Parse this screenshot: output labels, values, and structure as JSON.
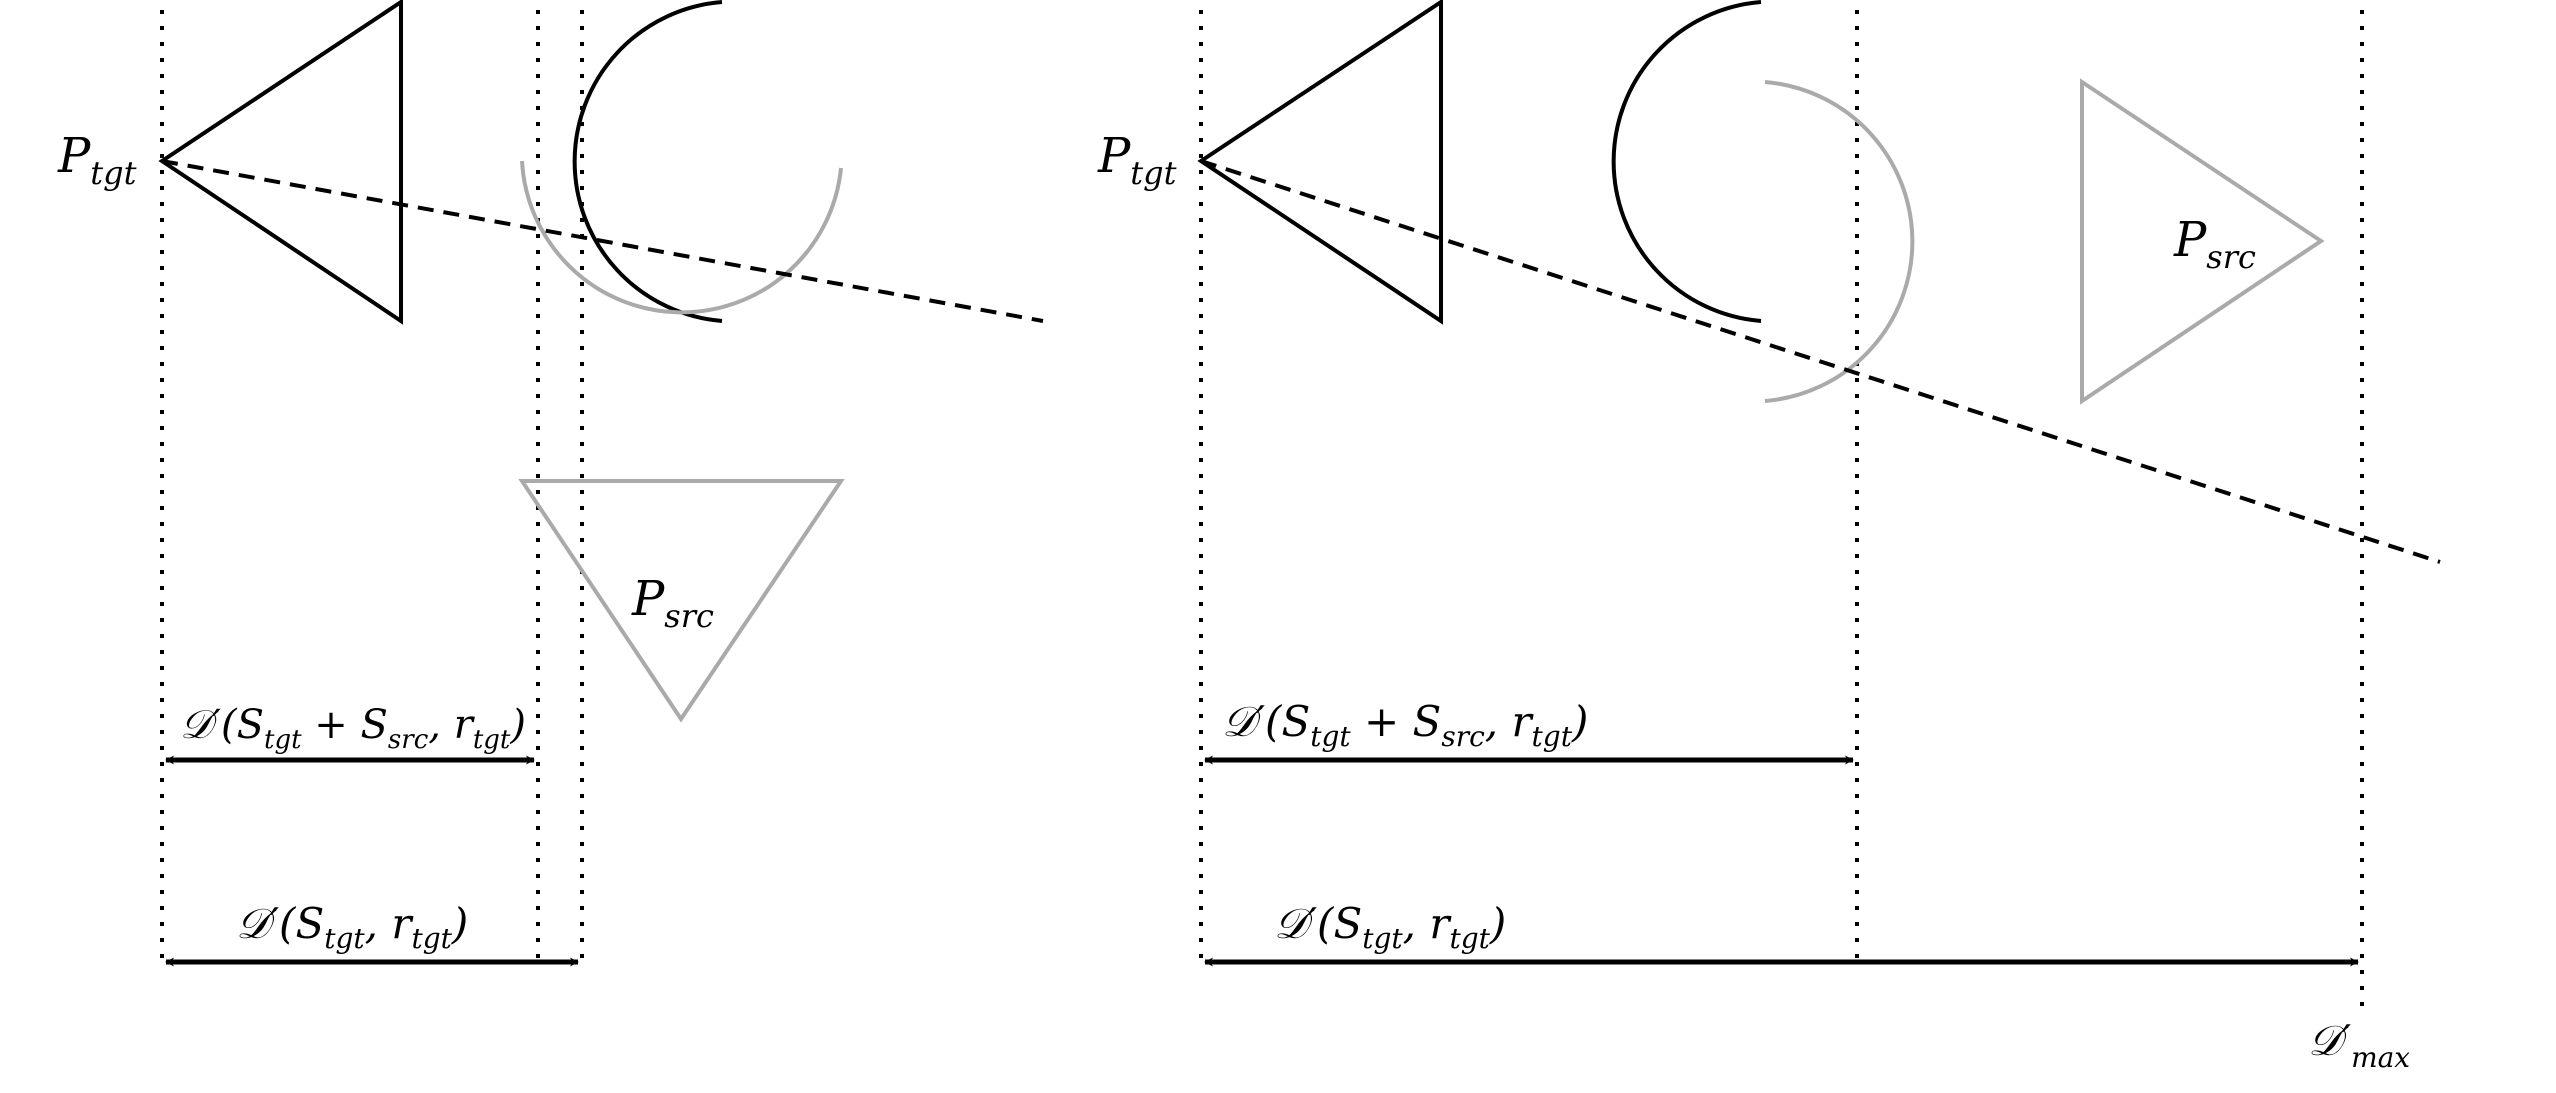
{
  "figure": {
    "colors": {
      "primary": "#000000",
      "secondary": "#aaaaaa",
      "background": "#ffffff"
    },
    "left_panel": {
      "target_label": {
        "main": "P",
        "sub": "tgt"
      },
      "source_label": {
        "main": "P",
        "sub": "src"
      },
      "arrow_top_label": "𝒟′(S_tgt + S_src, r_tgt)",
      "arrow_top_parts": {
        "pre": "𝒟′(S",
        "s1": "tgt",
        "mid": " + S",
        "s2": "src",
        "mid2": ", r",
        "s3": "tgt",
        "post": ")"
      },
      "arrow_bottom_label": "𝒟′(S_tgt, r_tgt)",
      "arrow_bottom_parts": {
        "pre": "𝒟′(S",
        "s1": "tgt",
        "mid": ", r",
        "s2": "tgt",
        "post": ")"
      }
    },
    "right_panel": {
      "target_label": {
        "main": "P",
        "sub": "tgt"
      },
      "source_label": {
        "main": "P",
        "sub": "src"
      },
      "arrow_top_label": "𝒟′(S_tgt + S_src, r_tgt)",
      "arrow_top_parts": {
        "pre": "𝒟′(S",
        "s1": "tgt",
        "mid": " + S",
        "s2": "src",
        "mid2": ", r",
        "s3": "tgt",
        "post": ")"
      },
      "arrow_bottom_label": "𝒟′(S_tgt, r_tgt)",
      "arrow_bottom_parts": {
        "pre": "𝒟′(S",
        "s1": "tgt",
        "mid": ", r",
        "s2": "tgt",
        "post": ")"
      },
      "max_label": {
        "main": "𝒟′",
        "sub": "max"
      }
    }
  }
}
